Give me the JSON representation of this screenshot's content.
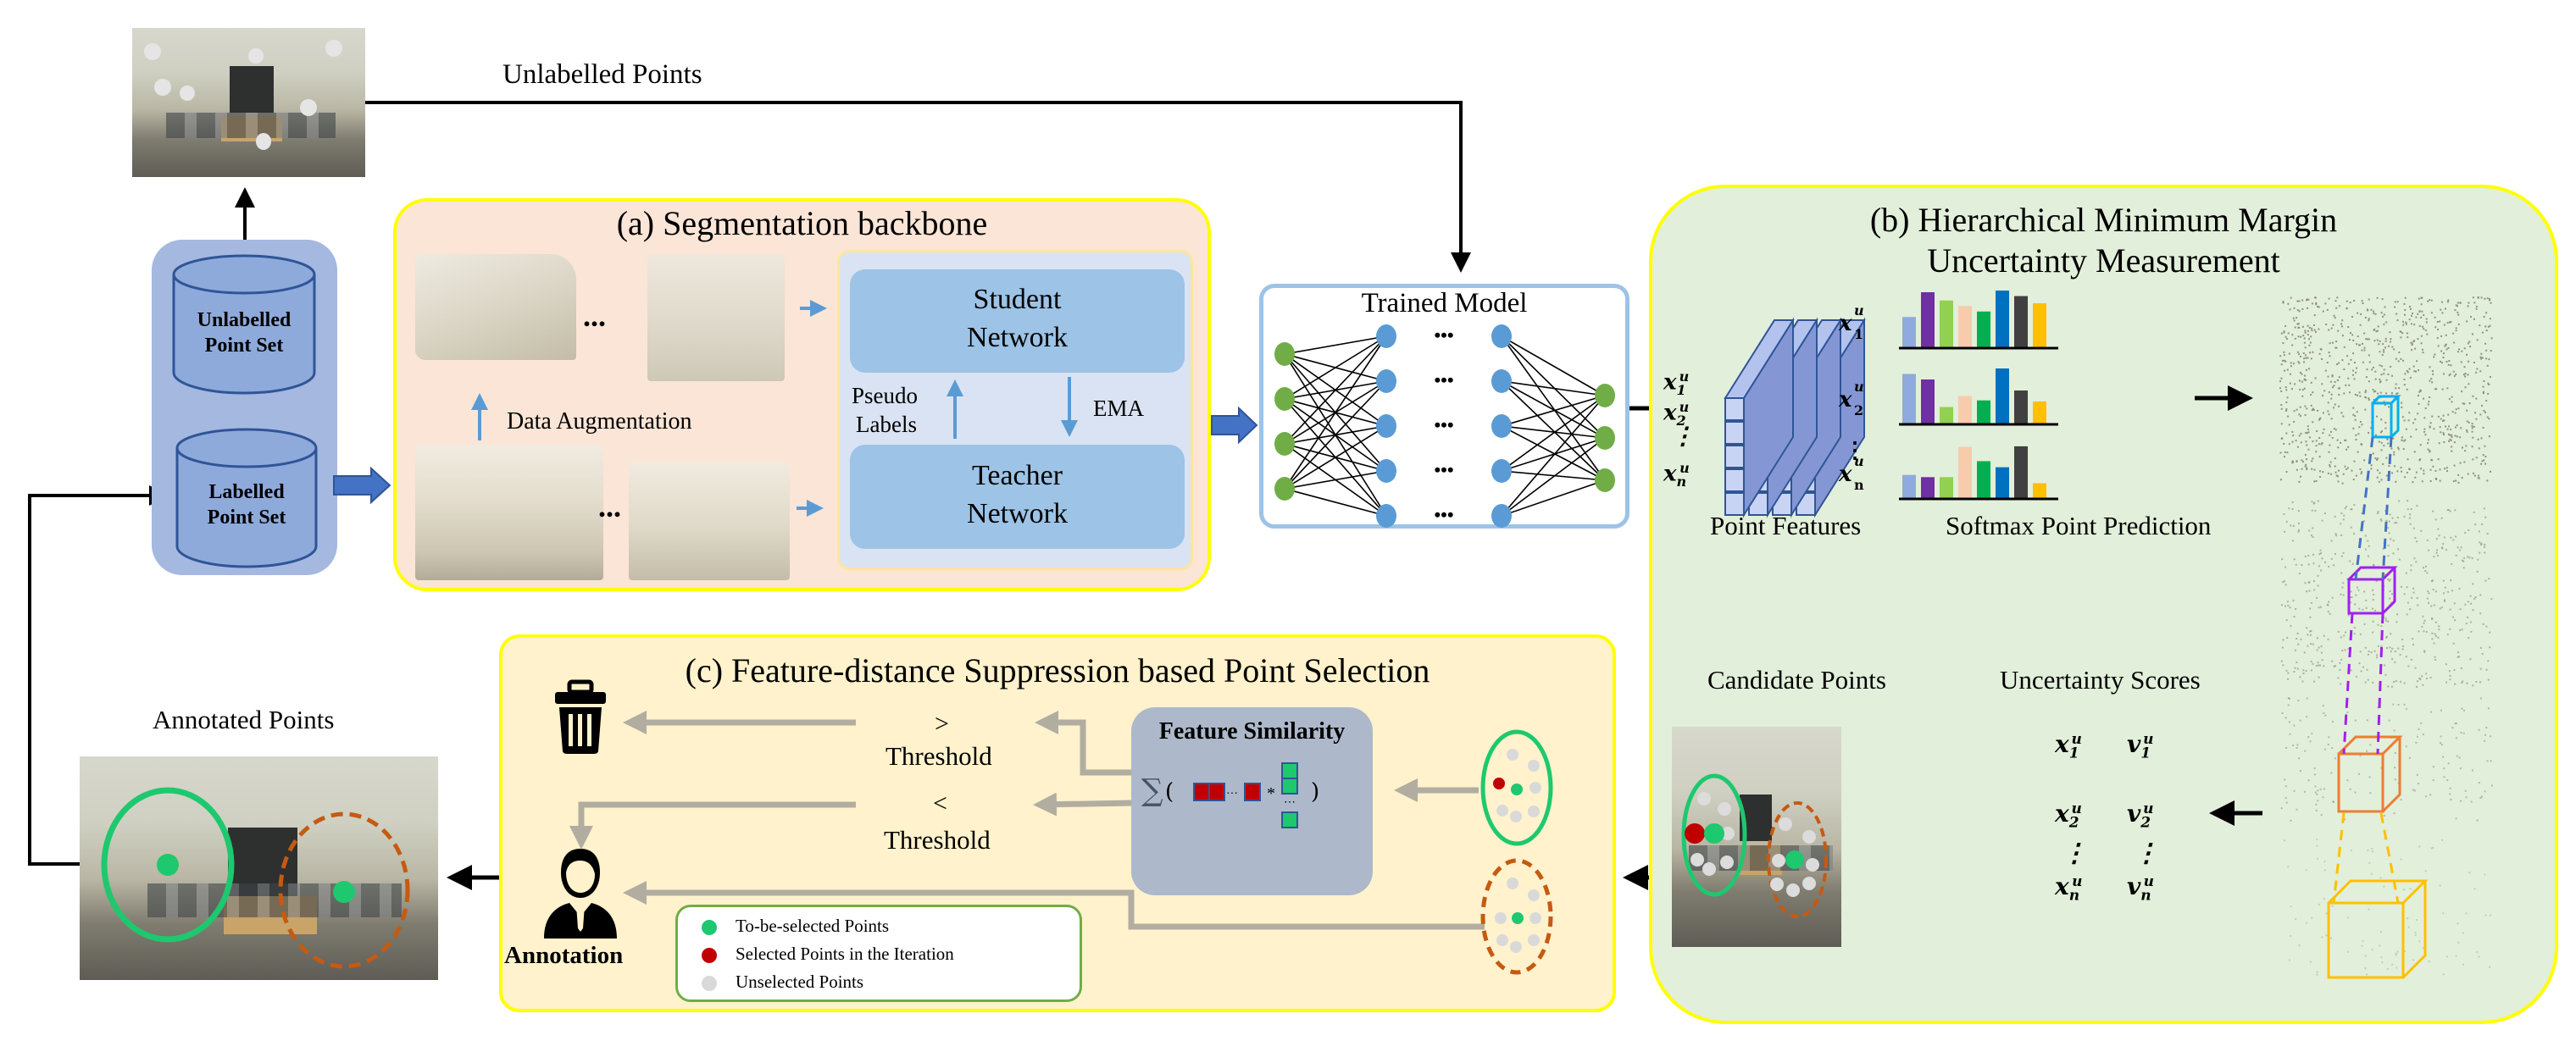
{
  "top_flow": {
    "unlabelled_points_label": "Unlabelled Points"
  },
  "database": {
    "unlabelled_set": "Unlabelled Point Set",
    "unlabelled_set_line1": "Unlabelled",
    "unlabelled_set_line2": "Point Set",
    "labelled_set_line1": "Labelled",
    "labelled_set_line2": "Point Set"
  },
  "panel_a": {
    "title": "(a) Segmentation backbone",
    "data_augmentation": "Data Augmentation",
    "ellipsis": "...",
    "student_line1": "Student",
    "student_line2": "Network",
    "teacher_line1": "Teacher",
    "teacher_line2": "Network",
    "pseudo_line1": "Pseudo",
    "pseudo_line2": "Labels",
    "ema": "EMA"
  },
  "trained_model": {
    "title": "Trained Model",
    "ellipsis": "•••"
  },
  "panel_b": {
    "title_line1": "(b) Hierarchical Minimum Margin",
    "title_line2": "Uncertainty Measurement",
    "point_features": "Point Features",
    "softmax_prediction": "Softmax Point Prediction",
    "candidate_points": "Candidate Points",
    "uncertainty_scores": "Uncertainty Scores",
    "x_labels": [
      "x",
      "x",
      "x"
    ],
    "x_subscripts": [
      "1",
      "2",
      "n"
    ],
    "superscript": "u",
    "v_label": "v",
    "vdots": "⋮",
    "bar_colors": [
      "#8faadc",
      "#7030a0",
      "#92d050",
      "#f8cbad",
      "#00b050",
      "#0070c0",
      "#404040",
      "#ffc000"
    ],
    "bar_series": [
      {
        "name": "x1",
        "values": [
          0.55,
          1.0,
          0.85,
          0.75,
          0.65,
          1.03,
          0.93,
          0.8
        ]
      },
      {
        "name": "x2",
        "values": [
          0.9,
          0.8,
          0.3,
          0.5,
          0.42,
          1.0,
          0.6,
          0.4
        ]
      },
      {
        "name": "xn",
        "values": [
          0.42,
          0.38,
          0.38,
          0.93,
          0.67,
          0.56,
          0.94,
          0.27
        ]
      }
    ],
    "cube_colors": [
      "#00b0f0",
      "#a020f0",
      "#ed7d31",
      "#ffc000"
    ]
  },
  "panel_c": {
    "title": "(c) Feature-distance Suppression based Point Selection",
    "gt_symbol": ">",
    "lt_symbol": "<",
    "threshold": "Threshold",
    "feature_similarity": "Feature Similarity",
    "annotation": "Annotation",
    "legend": [
      {
        "label": "To-be-selected Points",
        "color": "#1ec86e"
      },
      {
        "label": "Selected Points in the Iteration",
        "color": "#c00000"
      },
      {
        "label": "Unselected Points",
        "color": "#d9d9d9"
      }
    ]
  },
  "annotated": {
    "label": "Annotated Points"
  },
  "colors": {
    "panel_a_bg": "#fbe5d6",
    "panel_b_bg": "#e2efda",
    "panel_c_bg": "#fff2cc",
    "panel_border": "#ffff00",
    "db_bg": "#a4b8e0",
    "cyl_fill": "#8eaadb",
    "network_box": "#9dc3e6",
    "green_circle": "#1ec86e",
    "orange_circle": "#c55a11",
    "gray_arrow": "#b1ada0"
  }
}
